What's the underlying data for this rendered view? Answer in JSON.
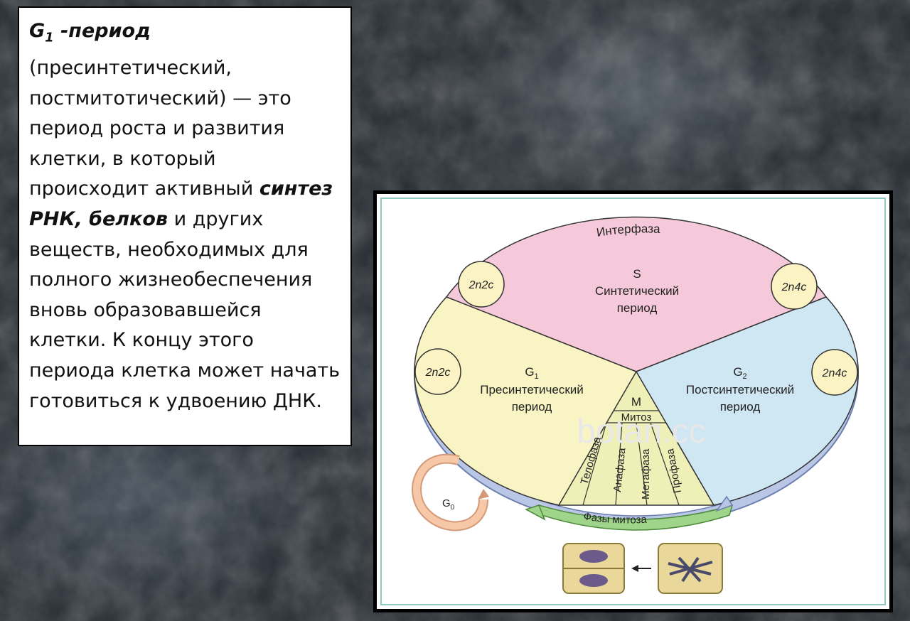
{
  "text_panel": {
    "heading_main": "G",
    "heading_sub": "1",
    "heading_rest": " -период",
    "body_part1": "(пресинтетический, постмитотический) — это период роста и развития клетки, в который происходит активный ",
    "body_emphasis": "синтез РНК, белков",
    "body_part2": " и других веществ, необходимых для полного жизнеобеспечения вновь образовавшейся клетки. К концу этого периода клетка может начать готовиться к удвоению ДНК."
  },
  "diagram": {
    "ring_label": "Интерфаза",
    "sector_s": {
      "letter": "S",
      "line1": "Синтетический",
      "line2": "период"
    },
    "sector_g1": {
      "letter": "G",
      "sub": "1",
      "line1": "Пресинтетический",
      "line2": "период"
    },
    "sector_g2": {
      "letter": "G",
      "sub": "2",
      "line1": "Постсинтетический",
      "line2": "период"
    },
    "m_label": "M",
    "mitosis_label": "Митоз",
    "phases": [
      "Телофаза",
      "Анафаза",
      "Метафаза",
      "Профаза"
    ],
    "phases_arc_label": "Фазы   митоза",
    "g0_letter": "G",
    "g0_sub": "0",
    "badges": {
      "top_left": "2n2c",
      "mid_left": "2n2c",
      "top_right": "2n4c",
      "mid_right": "2n4c"
    },
    "watermark": "botan.cc",
    "colors": {
      "s_sector": "#f5c9d9",
      "g1_sector": "#f8f4c4",
      "g2_sector": "#cfe6f3",
      "mitosis": "#eef0b8",
      "ring": "#b9c6e6",
      "phase_arrow": "#9ed58a",
      "g0_loop": "#f6c8a8",
      "badge": "#fbf3c4"
    }
  }
}
